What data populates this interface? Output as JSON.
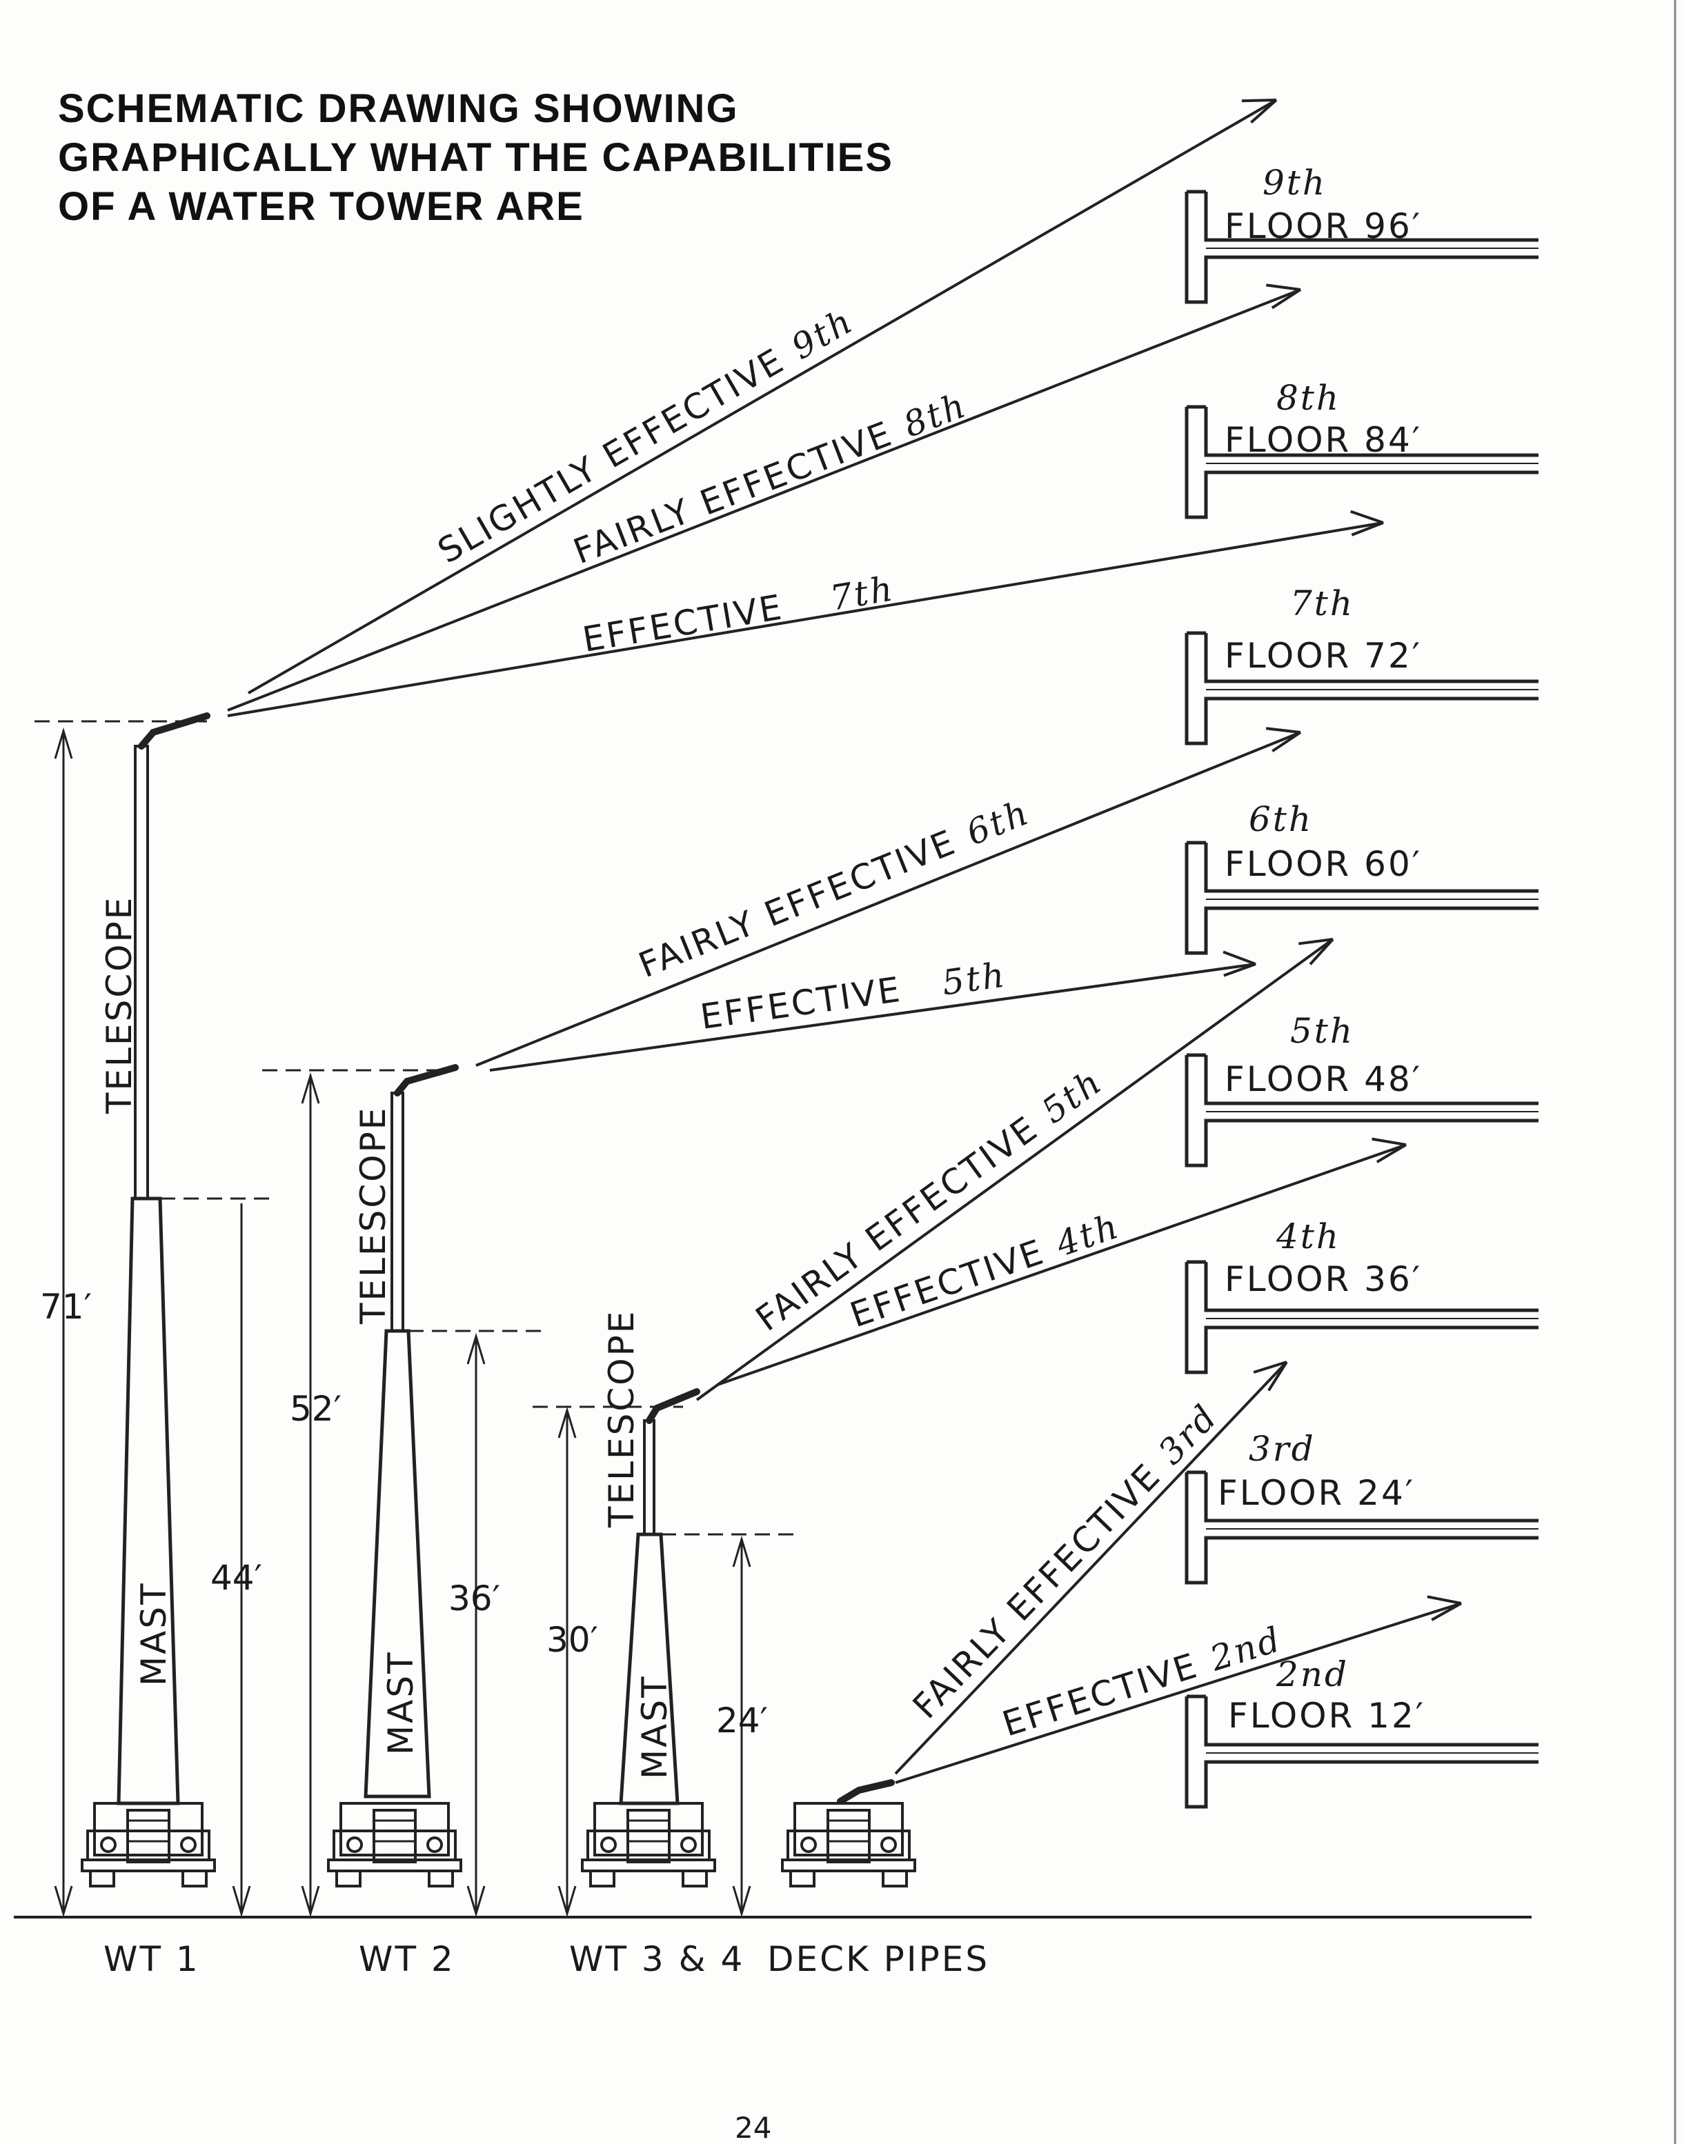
{
  "title": {
    "line1": "SCHEMATIC DRAWING SHOWING",
    "line2": "GRAPHICALLY WHAT THE CAPABILITIES",
    "line3": "OF A WATER TOWER ARE"
  },
  "floors": [
    {
      "ordinal": "9th",
      "label": "FLOOR 96′"
    },
    {
      "ordinal": "8th",
      "label": "FLOOR 84′"
    },
    {
      "ordinal": "7th",
      "label": "FLOOR 72′"
    },
    {
      "ordinal": "6th",
      "label": "FLOOR 60′"
    },
    {
      "ordinal": "5th",
      "label": "FLOOR 48′"
    },
    {
      "ordinal": "4th",
      "label": "FLOOR 36′"
    },
    {
      "ordinal": "3rd",
      "label": "FLOOR 24′"
    },
    {
      "ordinal": "2nd",
      "label": "FLOOR 12′"
    }
  ],
  "streams": [
    {
      "text": "SLIGHTLY EFFECTIVE",
      "ordinal": "9th"
    },
    {
      "text": "FAIRLY EFFECTIVE",
      "ordinal": "8th"
    },
    {
      "text": "EFFECTIVE",
      "ordinal": "7th"
    },
    {
      "text": "FAIRLY EFFECTIVE",
      "ordinal": "6th"
    },
    {
      "text": "EFFECTIVE",
      "ordinal": "5th"
    },
    {
      "text": "FAIRLY EFFECTIVE",
      "ordinal": "5th"
    },
    {
      "text": "EFFECTIVE",
      "ordinal": "4th"
    },
    {
      "text": "FAIRLY EFFECTIVE",
      "ordinal": "3rd"
    },
    {
      "text": "EFFECTIVE",
      "ordinal": "2nd"
    }
  ],
  "towers": [
    {
      "name": "WT 1",
      "telescope": "TELESCOPE",
      "mast": "MAST",
      "total_height": "71′",
      "mast_height": "44′"
    },
    {
      "name": "WT 2",
      "telescope": "TELESCOPE",
      "mast": "MAST",
      "total_height": "52′",
      "mast_height": "36′"
    },
    {
      "name": "WT 3 & 4",
      "telescope": "TELESCOPE",
      "mast": "MAST",
      "total_height": "30′",
      "mast_height": "24′"
    },
    {
      "name": "DECK PIPES"
    }
  ],
  "page_number": "24"
}
